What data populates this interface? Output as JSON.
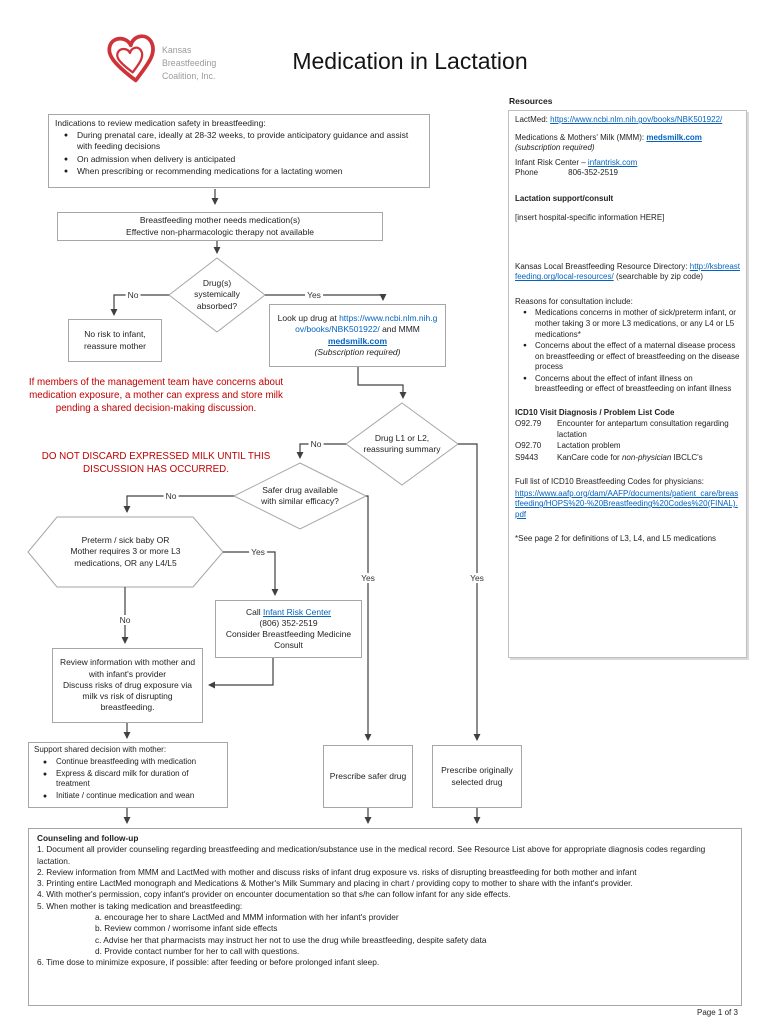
{
  "page": {
    "title": "Medication in Lactation",
    "page_number": "Page 1 of 3"
  },
  "logo": {
    "name_line1": "Kansas",
    "name_line2": "Breastfeeding",
    "name_line3": "Coalition, Inc."
  },
  "labels": {
    "yes": "Yes",
    "no": "No"
  },
  "colors": {
    "link": "#0563c1",
    "warning_red": "#c00000",
    "connector": "#404040",
    "box_border": "#a6a6a6",
    "logo_heart": "#cf3339"
  },
  "flow": {
    "indications": {
      "title": "Indications to review medication safety in breastfeeding:",
      "bullets": [
        "During prenatal care, ideally at 28-32 weeks, to provide anticipatory guidance and assist with feeding decisions",
        "On admission when delivery is anticipated",
        "When prescribing or recommending medications for a lactating women"
      ]
    },
    "needs_medication": {
      "line1": "Breastfeeding mother needs medication(s)",
      "line2": "Effective non-pharmacologic therapy not available"
    },
    "absorbed": {
      "line1": "Drug(s)",
      "line2": "systemically",
      "line3": "absorbed?"
    },
    "no_risk": {
      "line1": "No risk to infant,",
      "line2": "reassure mother"
    },
    "lookup": {
      "pre": "Look up drug at ",
      "link1": "https://www.ncbi.nlm.nih.gov/books/NBK501922/",
      "mid": " and MMM ",
      "link2": "medsmilk.com",
      "note": "(Subscription required)"
    },
    "l1l2": {
      "line1": "Drug L1 or L2,",
      "line2": "reassuring summary"
    },
    "safer": {
      "line1": "Safer drug available",
      "line2": "with similar efficacy?"
    },
    "preterm_hex": {
      "line1": "Preterm / sick baby OR",
      "line2": "Mother requires 3 or more L3",
      "line3": "medications, OR any L4/L5"
    },
    "call_irc": {
      "pre": "Call ",
      "link": "Infant Risk Center",
      "phone": "(806) 352-2519",
      "rest": "Consider Breastfeeding Medicine Consult"
    },
    "review": {
      "sentence1": "Review information with mother and with infant's provider",
      "sentence2": "Discuss risks of drug exposure via milk vs risk of disrupting breastfeeding."
    },
    "support": {
      "title": "Support shared decision with mother:",
      "bullets": [
        "Continue breastfeeding with medication",
        "Express & discard milk for duration of treatment",
        "Initiate / continue medication and wean"
      ]
    },
    "prescribe_safer": {
      "text": "Prescribe safer drug"
    },
    "prescribe_original": {
      "text": "Prescribe originally selected drug"
    },
    "warning_shared": "If members of the management team have concerns about medication exposure, a mother can express and store milk pending a shared decision-making discussion.",
    "warning_discard": "DO NOT DISCARD EXPRESSED MILK UNTIL THIS DISCUSSION HAS OCCURRED."
  },
  "resources": {
    "header": "Resources",
    "lactmed_label": "LactMed: ",
    "lactmed_link": "https://www.ncbi.nlm.nih.gov/books/NBK501922/",
    "mmm_label": "Medications & Mothers' Milk (MMM): ",
    "mmm_link": "medsmilk.com",
    "mmm_note": "(subscription required)",
    "irc_label": "Infant Risk Center – ",
    "irc_link": "infantrisk.com",
    "phone_label": "Phone",
    "phone_value": "806-352-2519",
    "lactation_header": "Lactation support/consult",
    "hospital_placeholder": "[insert hospital-specific information HERE]",
    "directory_label": "Kansas Local Breastfeeding Resource  Directory: ",
    "directory_link": "http://ksbreastfeeding.org/local-resources/",
    "directory_note": " (searchable by zip code)",
    "reasons_header": "Reasons for consultation include:",
    "reasons": [
      "Medications concerns in mother of sick/preterm infant, or mother taking 3 or more L3 medications, or any L4 or L5 medications*",
      "Concerns about the effect of a maternal disease process on breastfeeding or effect of breastfeeding on the disease process",
      "Concerns about the effect of infant illness on breastfeeding or effect of breastfeeding on infant illness"
    ],
    "icd_header": "ICD10 Visit Diagnosis / Problem List Code",
    "icd1_code": "O92.79",
    "icd1_desc": "Encounter for antepartum consultation regarding lactation",
    "icd2_code": "O92.70",
    "icd2_desc": "Lactation problem",
    "icd3_code": "S9443",
    "icd3_pre": "KanCare code for ",
    "icd3_italic": "non-physician",
    "icd3_post": " IBCLC's",
    "full_list_label": "Full list of ICD10 Breastfeeding Codes for physicians:",
    "full_list_link": "https://www.aafp.org/dam/AAFP/documents/patient_care/breastfeeding/HOPS%20-%20Breastfeeding%20Codes%20(FINAL).pdf",
    "footnote": "*See page 2 for definitions of L3, L4, and L5 medications"
  },
  "counseling": {
    "header": "Counseling and follow-up",
    "item1": "1. Document all provider counseling regarding breastfeeding and medication/substance use in the medical record. See Resource List above for appropriate diagnosis codes regarding lactation.",
    "item2": "2. Review information from MMM and LactMed with mother and discuss risks of infant drug exposure vs. risks of disrupting breastfeeding for both mother and infant",
    "item3": "3. Printing entire LactMed monograph and Medications & Mother's Milk Summary and placing in chart / providing copy to mother to share with the infant's provider.",
    "item4": "4. With mother's permission, copy infant's provider on encounter documentation so that s/he can follow infant for any side effects.",
    "item5": "5. When mother is taking medication and breastfeeding:",
    "sub_a": "a. encourage her to share LactMed and MMM information with her infant's provider",
    "sub_b": "b. Review common / worrisome infant side effects",
    "sub_c": "c. Advise her that pharmacists may instruct her not to use the drug while breastfeeding, despite safety data",
    "sub_d": "d. Provide contact number for her to call with questions.",
    "item6": "6. Time dose to minimize exposure, if possible: after feeding or before prolonged infant sleep."
  }
}
